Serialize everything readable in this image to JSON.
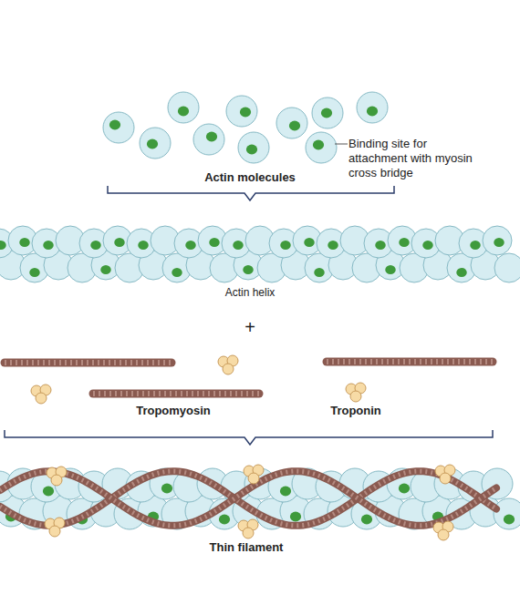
{
  "diagram": {
    "labels": [
      "Binding site for attachment with myosin cross bridge",
      "Actin molecules",
      "Actin helix",
      "+",
      "Tropomyosin",
      "Troponin",
      "Thin filament"
    ]
  }
}
